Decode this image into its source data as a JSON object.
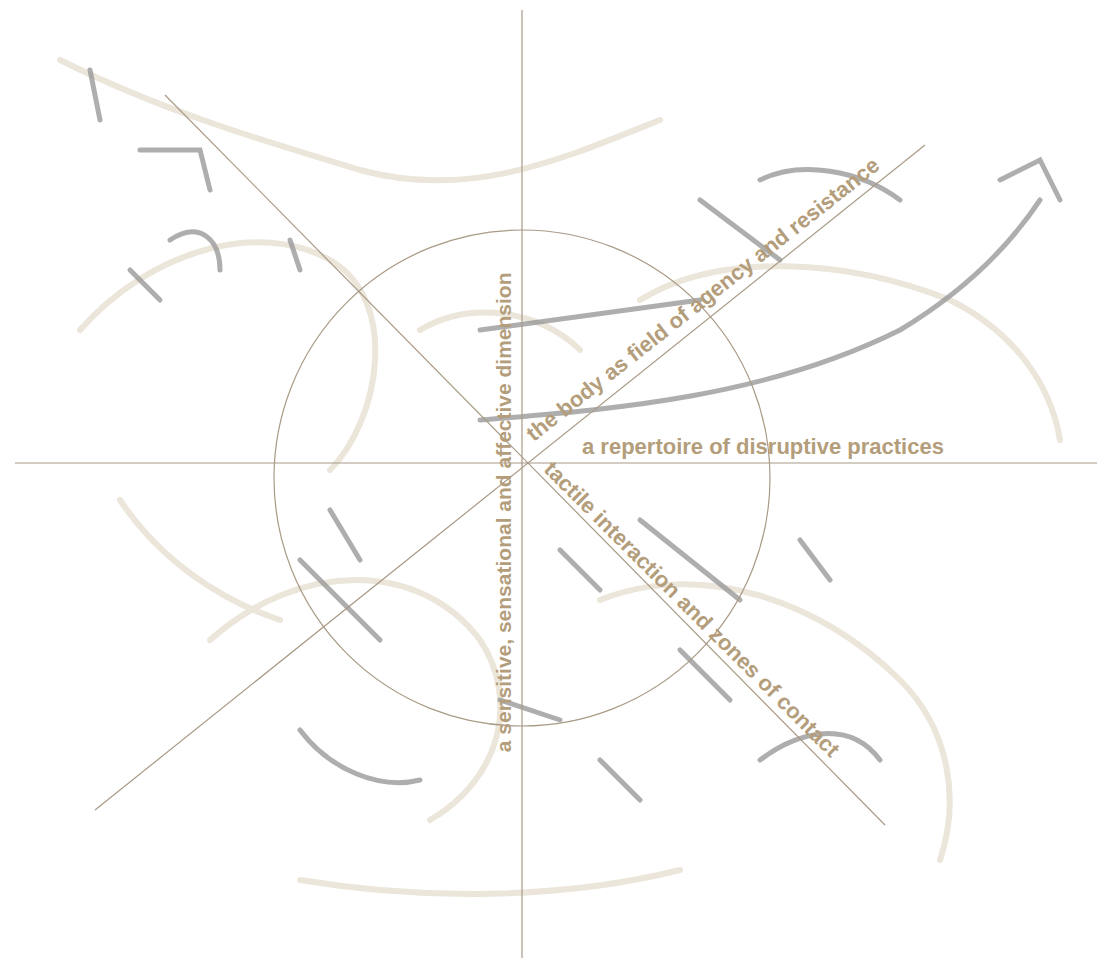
{
  "diagram": {
    "labels": [
      "the body as field of agency and resistance",
      "a repertoire of disruptive practices",
      "tactile interaction and zones of contact",
      "a sensitive, sensational and affective dimension"
    ]
  }
}
